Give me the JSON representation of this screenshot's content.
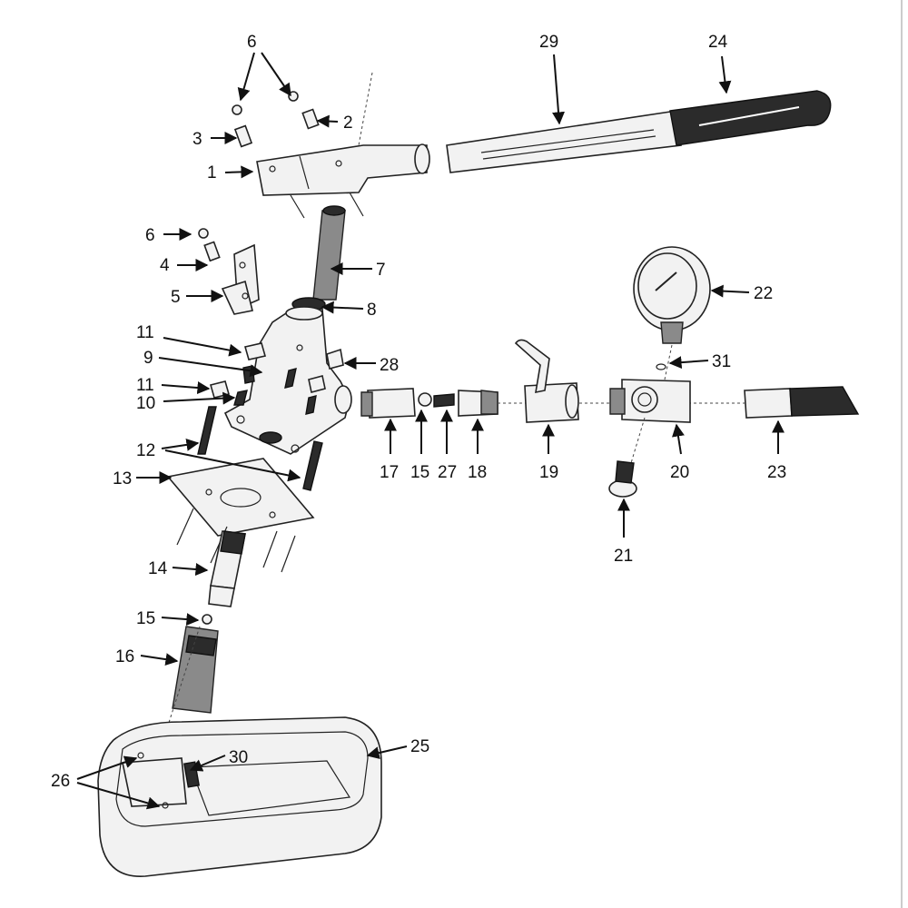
{
  "callouts": [
    {
      "id": "1",
      "label": "1"
    },
    {
      "id": "2",
      "label": "2"
    },
    {
      "id": "3",
      "label": "3"
    },
    {
      "id": "4",
      "label": "4"
    },
    {
      "id": "5",
      "label": "5"
    },
    {
      "id": "6a",
      "label": "6"
    },
    {
      "id": "6b",
      "label": "6"
    },
    {
      "id": "7",
      "label": "7"
    },
    {
      "id": "8",
      "label": "8"
    },
    {
      "id": "9",
      "label": "9"
    },
    {
      "id": "10",
      "label": "10"
    },
    {
      "id": "11a",
      "label": "11"
    },
    {
      "id": "11b",
      "label": "11"
    },
    {
      "id": "12",
      "label": "12"
    },
    {
      "id": "13",
      "label": "13"
    },
    {
      "id": "14",
      "label": "14"
    },
    {
      "id": "15a",
      "label": "15"
    },
    {
      "id": "15b",
      "label": "15"
    },
    {
      "id": "16",
      "label": "16"
    },
    {
      "id": "17",
      "label": "17"
    },
    {
      "id": "18",
      "label": "18"
    },
    {
      "id": "19",
      "label": "19"
    },
    {
      "id": "20",
      "label": "20"
    },
    {
      "id": "21",
      "label": "21"
    },
    {
      "id": "22",
      "label": "22"
    },
    {
      "id": "23",
      "label": "23"
    },
    {
      "id": "24",
      "label": "24"
    },
    {
      "id": "25",
      "label": "25"
    },
    {
      "id": "26",
      "label": "26"
    },
    {
      "id": "27",
      "label": "27"
    },
    {
      "id": "28",
      "label": "28"
    },
    {
      "id": "29",
      "label": "29"
    },
    {
      "id": "30",
      "label": "30"
    },
    {
      "id": "31",
      "label": "31"
    }
  ]
}
